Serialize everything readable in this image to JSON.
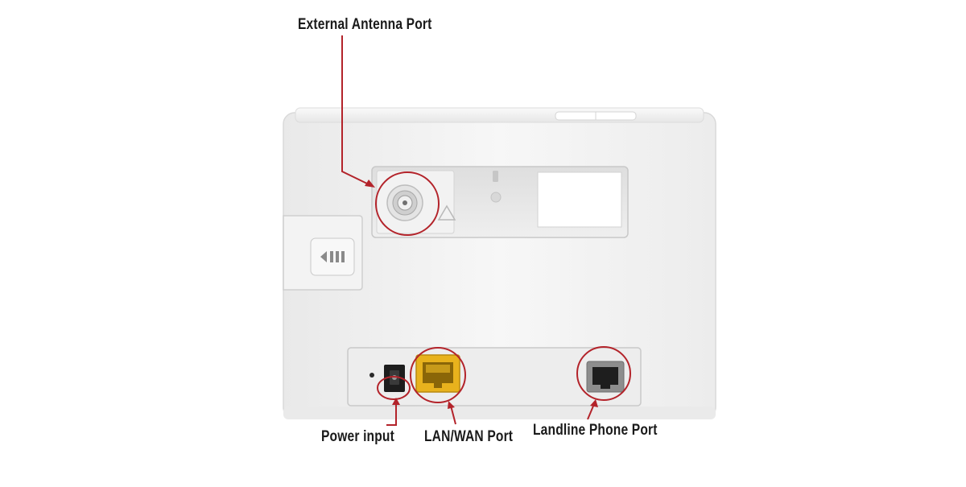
{
  "labels": {
    "external_antenna_port": "External Antenna Port",
    "power_input": "Power input",
    "lan_wan_port": "LAN/WAN Port",
    "landline_phone_port": "Landline Phone Port"
  },
  "colors": {
    "background": "#ffffff",
    "router_body": "#f4f4f4",
    "callout": "#b3232a",
    "lan_port": "#e8b21d",
    "phone_port": "#8d8d8d"
  }
}
